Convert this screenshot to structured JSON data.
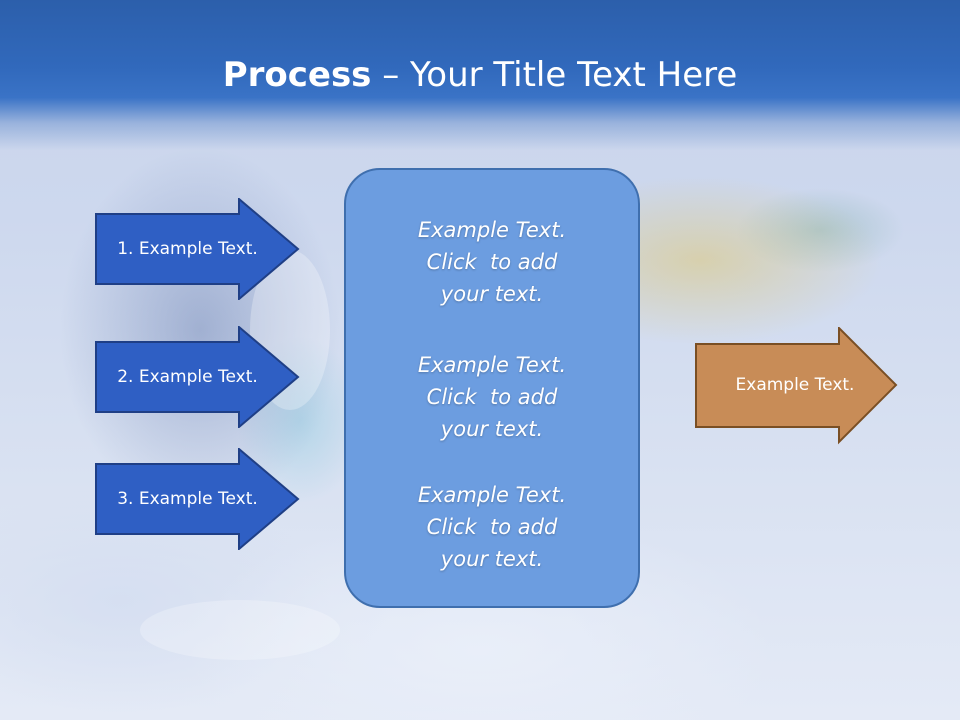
{
  "title": {
    "bold": "Process",
    "rest": " – Your Title Text Here"
  },
  "steps": [
    {
      "label": "1. Example Text."
    },
    {
      "label": "2. Example Text."
    },
    {
      "label": "3. Example Text."
    }
  ],
  "center_box": {
    "blocks": [
      {
        "lines": [
          "Example Text.",
          "Click  to add",
          "your text."
        ]
      },
      {
        "lines": [
          "Example Text.",
          "Click  to add",
          "your text."
        ]
      },
      {
        "lines": [
          "Example Text.",
          "Click  to add",
          "your text."
        ]
      }
    ]
  },
  "output": {
    "label": "Example Text."
  },
  "colors": {
    "title_band": "#3169bc",
    "step_arrow_fill": "#2f5fc4",
    "step_arrow_stroke": "#1f3f86",
    "center_box_fill": "#6c9de0",
    "output_arrow_fill": "#c88c57",
    "output_arrow_stroke": "#7a4f24"
  }
}
